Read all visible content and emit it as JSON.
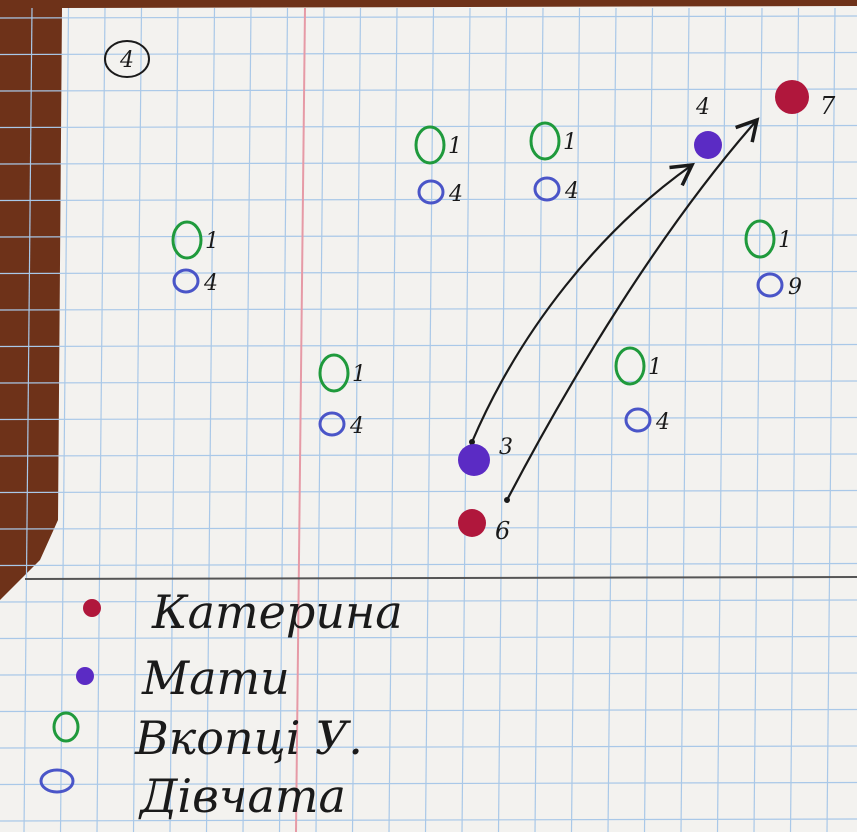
{
  "header": {
    "page_number": "4"
  },
  "colors": {
    "kateryna": "#b0173c",
    "maty": "#5b2bc4",
    "youths": "#1f9a3c",
    "girls": "#4a55c8",
    "ink": "#1a1a1a",
    "paper": "#f3f2ef",
    "grid": "#a9c8e8",
    "margin": "#e69aa6"
  },
  "markers": {
    "kateryna_start": {
      "count": "6"
    },
    "kateryna_end": {
      "count": "7"
    },
    "maty_start": {
      "count": "3"
    },
    "maty_end": {
      "count": "4"
    }
  },
  "groups": [
    {
      "id": "g1",
      "youth_count": "1",
      "girl_count": "4"
    },
    {
      "id": "g2",
      "youth_count": "1",
      "girl_count": "4"
    },
    {
      "id": "g3",
      "youth_count": "1",
      "girl_count": "4"
    },
    {
      "id": "g4",
      "youth_count": "1",
      "girl_count": "9"
    },
    {
      "id": "g5",
      "youth_count": "1",
      "girl_count": "4"
    },
    {
      "id": "g6",
      "youth_count": "1",
      "girl_count": "4"
    }
  ],
  "legend": [
    {
      "symbol": "filled-dot",
      "color_key": "kateryna",
      "label": "Катерина"
    },
    {
      "symbol": "filled-dot",
      "color_key": "maty",
      "label": "Мати"
    },
    {
      "symbol": "ring",
      "color_key": "youths",
      "label": "Вкопці У."
    },
    {
      "symbol": "ring",
      "color_key": "girls",
      "label": "Дівчата"
    }
  ]
}
